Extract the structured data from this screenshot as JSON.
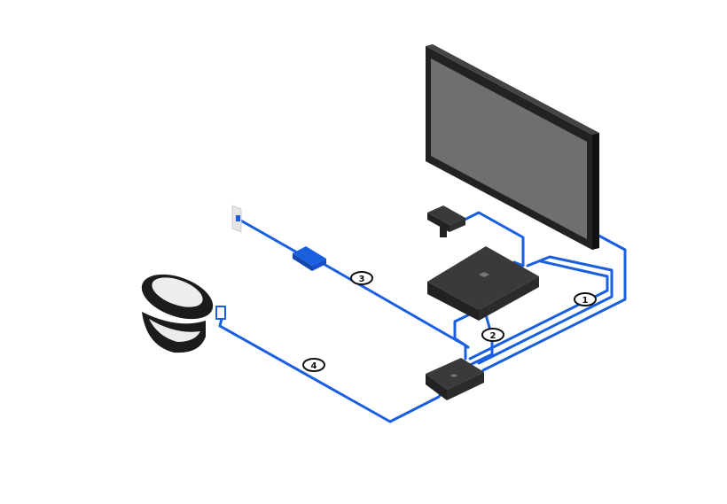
{
  "diagram": {
    "colors": {
      "cable": "#1a5fe0",
      "device_dark": "#2b2b2b",
      "device_mid": "#3a3a3a",
      "screen": "#6f6f6f",
      "outlet": "#e6e6e6",
      "badge_fill": "#ffffff",
      "badge_stroke": "#111111"
    },
    "connections": [
      {
        "number": "1"
      },
      {
        "number": "2"
      },
      {
        "number": "3"
      },
      {
        "number": "4"
      }
    ]
  }
}
